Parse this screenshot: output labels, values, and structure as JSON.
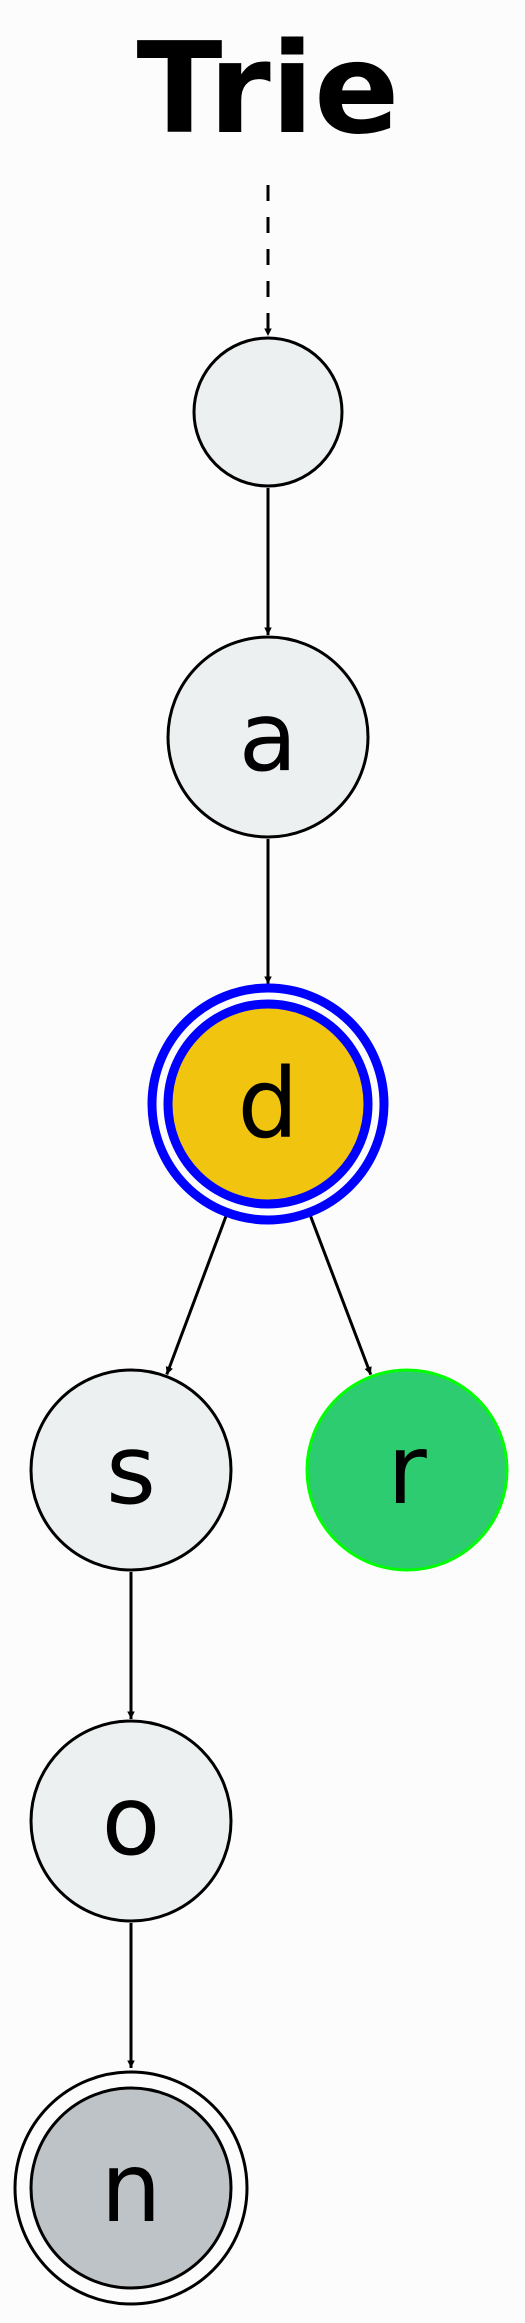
{
  "title": "Trie",
  "colors": {
    "background": "#fcfcfc",
    "default_fill": "#ecf0f1",
    "highlight_fill": "#f1c40f",
    "highlight_ring": "#0000ff",
    "new_fill": "#2ecc71",
    "new_border": "#00ff00",
    "end_fill": "#bdc3c7",
    "edge": "#000000"
  },
  "nodes": [
    {
      "id": "root",
      "label": "",
      "state": "default",
      "terminal": false
    },
    {
      "id": "a",
      "label": "a",
      "state": "default",
      "terminal": false
    },
    {
      "id": "d",
      "label": "d",
      "state": "highlighted",
      "terminal": true
    },
    {
      "id": "s",
      "label": "s",
      "state": "default",
      "terminal": false
    },
    {
      "id": "r",
      "label": "r",
      "state": "new",
      "terminal": false
    },
    {
      "id": "o",
      "label": "o",
      "state": "default",
      "terminal": false
    },
    {
      "id": "n",
      "label": "n",
      "state": "end",
      "terminal": true
    }
  ],
  "edges": [
    {
      "from": "title",
      "to": "root",
      "style": "dashed"
    },
    {
      "from": "root",
      "to": "a",
      "style": "solid"
    },
    {
      "from": "a",
      "to": "d",
      "style": "solid"
    },
    {
      "from": "d",
      "to": "s",
      "style": "solid"
    },
    {
      "from": "d",
      "to": "r",
      "style": "solid"
    },
    {
      "from": "s",
      "to": "o",
      "style": "solid"
    },
    {
      "from": "o",
      "to": "n",
      "style": "solid"
    }
  ]
}
